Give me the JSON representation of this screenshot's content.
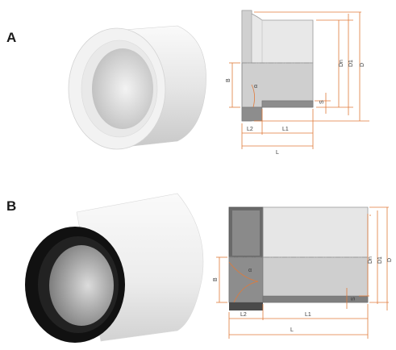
{
  "sections": [
    {
      "label": "A"
    },
    {
      "label": "B"
    }
  ],
  "dimensions": {
    "dn": "Dn",
    "d1": "D1",
    "d": "D",
    "b": "B",
    "s": "S",
    "l": "L",
    "l1": "L1",
    "l2": "L2",
    "angle": "α"
  },
  "colors": {
    "dimension_lines": "#e07a3a",
    "dark_gasket": "#111111",
    "white_pipe": "#f2f2f2"
  }
}
